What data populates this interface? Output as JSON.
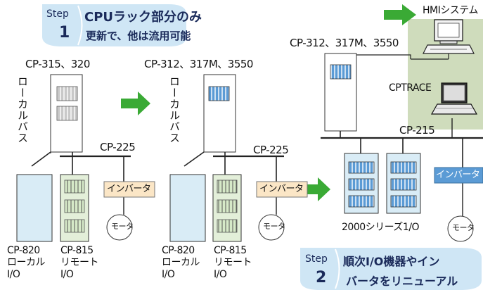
{
  "step1": {
    "step_label": "Step",
    "number": "1",
    "line1": "CPUラック部分のみ",
    "line2": "更新で、他は流用可能"
  },
  "step2": {
    "step_label": "Step",
    "number": "2",
    "line1": "順次I/O機器やイン",
    "line2": "バータをリニューアル"
  },
  "stage1": {
    "cpu_label": "CP-315、320",
    "bus_label": "ローカルバス",
    "network_label": "CP-225",
    "inverter_label": "インバータ",
    "motor_label": "モータ",
    "local_io": [
      "CP-820",
      "ローカル",
      "I/O"
    ],
    "remote_io": [
      "CP-815",
      "リモート",
      "I/O"
    ]
  },
  "stage2": {
    "cpu_label": "CP-312、317M、3550",
    "bus_label": "ローカルバス",
    "network_label": "CP-225",
    "inverter_label": "インバータ",
    "motor_label": "モータ",
    "local_io": [
      "CP-820",
      "ローカル",
      "I/O"
    ],
    "remote_io": [
      "CP-815",
      "リモート",
      "I/O"
    ]
  },
  "stage3": {
    "cpu_label": "CP-312、317M、3550",
    "hmi_label": "HMIシステム",
    "trace_label": "CPTRACE",
    "network_label": "CP-215",
    "io_label": "2000シリーズ1/O",
    "inverter_label": "インバータ",
    "motor_label": "モータ"
  },
  "colors": {
    "arrow": "#3aaa35",
    "old_module": "#c8c8c8",
    "new_module": "#5b9bd5",
    "local_io_box": "#d9ecf6",
    "remote_io_box": "#e3efd9",
    "inverter_box": "#fbe6c6",
    "inverter_new": "#5b9bd5",
    "step_badge": "#cfe6f5",
    "hmi_bg": "#cfdcbc"
  }
}
